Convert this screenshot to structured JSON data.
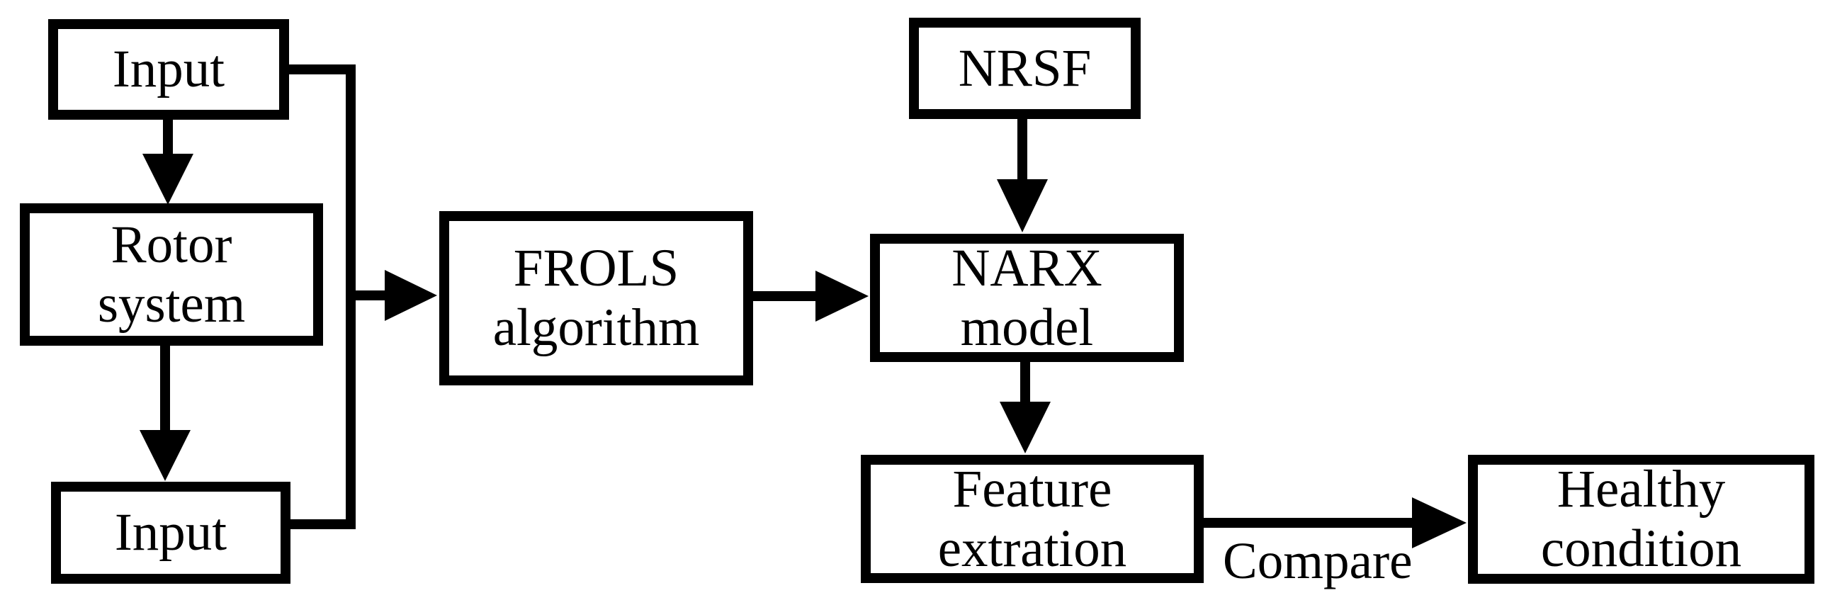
{
  "colors": {
    "background": "#ffffff",
    "line": "#000000",
    "text": "#000000",
    "node_fill": "#ffffff"
  },
  "nodes": {
    "input_top": {
      "label": "Input"
    },
    "rotor": {
      "line1": "Rotor",
      "line2": "system"
    },
    "input_bottom": {
      "label": "Input"
    },
    "frols": {
      "line1": "FROLS",
      "line2": "algorithm"
    },
    "nrsf": {
      "label": "NRSF"
    },
    "narx": {
      "line1": "NARX",
      "line2": "model"
    },
    "feature": {
      "line1": "Feature",
      "line2": "extration"
    },
    "healthy": {
      "line1": "Healthy",
      "line2": "condition"
    }
  },
  "edge_labels": {
    "compare": "Compare"
  },
  "edges": [
    {
      "from": "Input (top)",
      "to": "Rotor system",
      "type": "arrow-down"
    },
    {
      "from": "Rotor system",
      "to": "Input (bottom)",
      "type": "arrow-down"
    },
    {
      "from": "Input (top) and Input (bottom)",
      "to": "FROLS algorithm",
      "type": "merged-arrow-right"
    },
    {
      "from": "FROLS algorithm",
      "to": "NARX model",
      "type": "arrow-right"
    },
    {
      "from": "NRSF",
      "to": "NARX model",
      "type": "arrow-down"
    },
    {
      "from": "NARX model",
      "to": "Feature extration",
      "type": "arrow-down"
    },
    {
      "from": "Feature extration",
      "to": "Healthy condition",
      "type": "arrow-right",
      "label": "Compare"
    }
  ]
}
